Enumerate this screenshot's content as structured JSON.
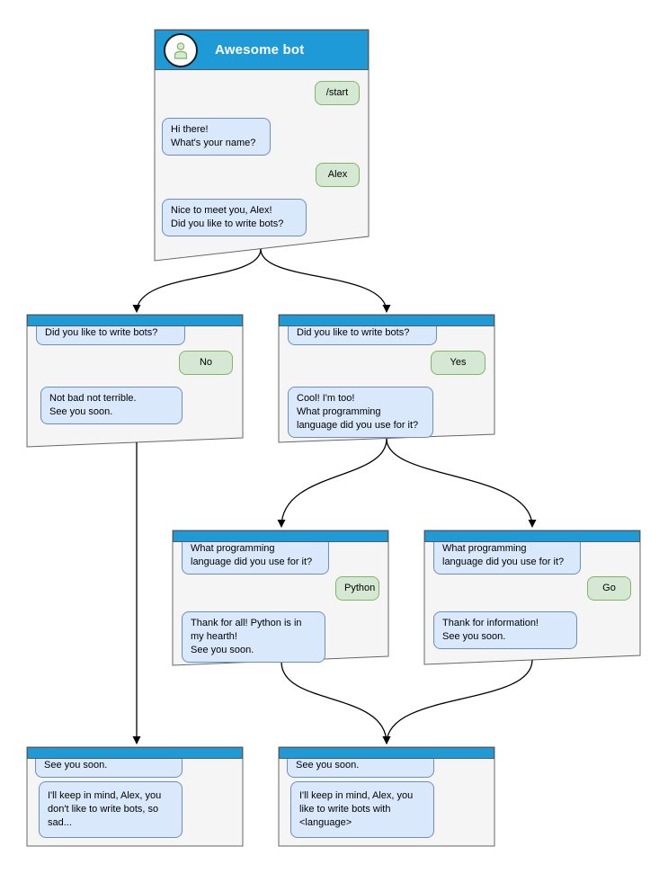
{
  "diagram": {
    "kind": "chatbot-conversation-flowchart",
    "windows": {
      "root": {
        "title": "Awesome bot",
        "messages": {
          "m1": "/start",
          "m2": "Hi there!\nWhat's your name?",
          "m3": "Alex",
          "m4": "Nice to meet you, Alex!\nDid you like to write bots?"
        }
      },
      "no_branch": {
        "messages": {
          "q": "Did you like to write bots?",
          "a": "No",
          "r": "Not bad not terrible.\nSee you soon."
        }
      },
      "yes_branch": {
        "messages": {
          "q": "Did you like to write bots?",
          "a": "Yes",
          "r": "Cool! I'm too!\nWhat programming\nlanguage did you use for it?"
        }
      },
      "python_branch": {
        "messages": {
          "q": "What programming\nlanguage did you use for it?",
          "a": "Python",
          "r": "Thank for all! Python is in\nmy hearth!\nSee you soon."
        }
      },
      "go_branch": {
        "messages": {
          "q": "What programming\nlanguage did you use for it?",
          "a": "Go",
          "r": "Thank for information!\nSee you soon."
        }
      },
      "end_no": {
        "messages": {
          "s1": "See you soon.",
          "s2": "I'll keep in mind, Alex, you\ndon't like to write bots, so\nsad..."
        }
      },
      "end_lang": {
        "messages": {
          "s1": "See you soon.",
          "s2": "I'll keep in mind, Alex, you\nlike to write bots with\n<language>"
        }
      }
    },
    "colors": {
      "header_blue": "#1e9bd7",
      "window_fill": "#f5f5f5",
      "window_stroke": "#666666",
      "bot_bubble_fill": "#dae8fc",
      "bot_bubble_stroke": "#6c8ebf",
      "user_bubble_fill": "#d5e8d4",
      "user_bubble_stroke": "#82b366",
      "arrow": "#000000",
      "title_text": "#ffffff"
    }
  }
}
